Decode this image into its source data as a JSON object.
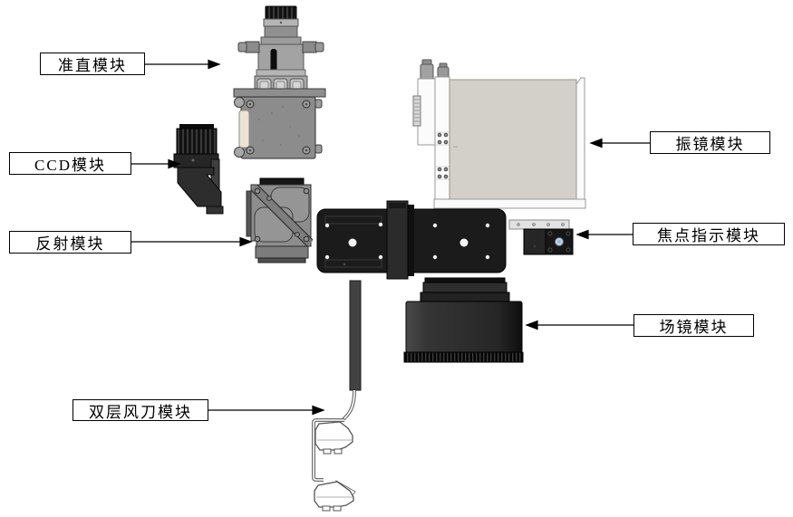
{
  "figure": {
    "type": "exploded-assembly-diagram",
    "background": "#ffffff",
    "outline_color": "#000000"
  },
  "labels": [
    {
      "id": "collimation-module",
      "text": "准直模块"
    },
    {
      "id": "ccd-module",
      "text": "CCD模块"
    },
    {
      "id": "reflection-module",
      "text": "反射模块"
    },
    {
      "id": "galvanometer-module",
      "text": "振镜模块"
    },
    {
      "id": "focus-indicator-module",
      "text": "焦点指示模块"
    },
    {
      "id": "field-lens-module",
      "text": "场镜模块"
    },
    {
      "id": "air-knife-module",
      "text": "双层风刀模块"
    }
  ],
  "colors": {
    "background": "#ffffff",
    "label_border": "#000000",
    "mounting_plate": "#1b1b1b",
    "galvo_body": "#d3d0c9",
    "metal_gray": "#8c8c8c",
    "lens_black": "#2a2a2a",
    "cream_strip": "#ece4d0",
    "focus_lens_window": "#c3d6e4"
  }
}
